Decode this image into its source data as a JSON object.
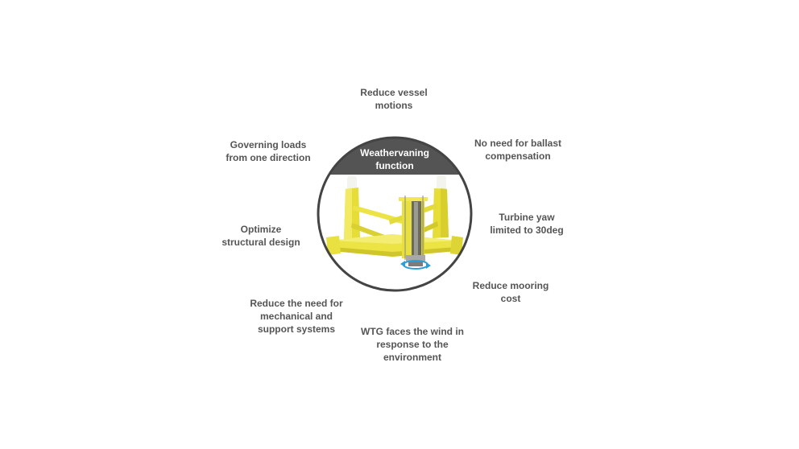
{
  "center": {
    "title": "Weathervaning\nfunction"
  },
  "benefits": [
    {
      "id": "top",
      "text": "Reduce vessel\nmotions"
    },
    {
      "id": "upper-left",
      "text": "Governing loads\nfrom one direction"
    },
    {
      "id": "upper-right",
      "text": "No need for ballast\ncompensation"
    },
    {
      "id": "left",
      "text": "Optimize\nstructural design"
    },
    {
      "id": "right",
      "text": "Turbine yaw\nlimited to 30deg"
    },
    {
      "id": "lower-right",
      "text": "Reduce mooring\ncost"
    },
    {
      "id": "lower-left",
      "text": "Reduce the need for\nmechanical and\nsupport systems"
    },
    {
      "id": "bottom",
      "text": "WTG faces the wind in\nresponse to the\nenvironment"
    }
  ],
  "colors": {
    "text": "#555555",
    "header_band": "#545454",
    "circle_outline": "#444444",
    "structure": "#ece445",
    "rotation_arrow": "#2a9fd6"
  }
}
